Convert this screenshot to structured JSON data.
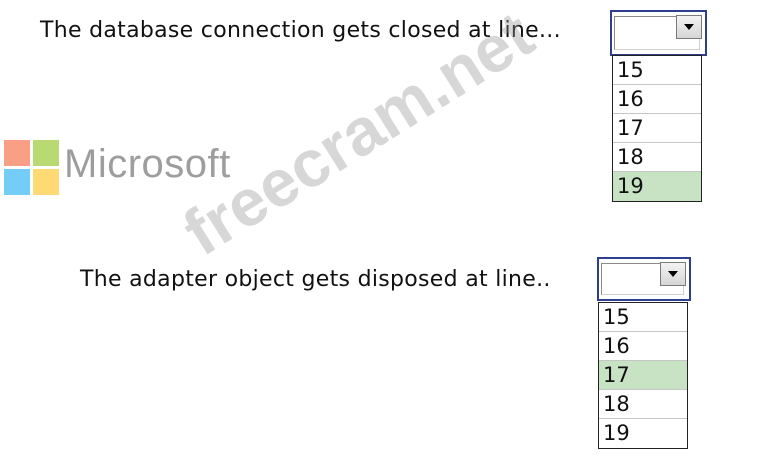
{
  "questions": [
    {
      "label": "The database connection gets closed at line...",
      "selected_value": "",
      "options": [
        "15",
        "16",
        "17",
        "18",
        "19"
      ],
      "highlighted_option": "19"
    },
    {
      "label": "The adapter object gets disposed at line..",
      "selected_value": "",
      "options": [
        "15",
        "16",
        "17",
        "18",
        "19"
      ],
      "highlighted_option": "17"
    }
  ],
  "logo": {
    "text": "Microsoft",
    "colors": [
      "#f25022",
      "#7fba00",
      "#00a4ef",
      "#ffb900"
    ]
  },
  "watermark": {
    "text": "freecram.net"
  },
  "colors": {
    "selected_option_bg": "#c7e3c3",
    "combo_border": "#2f3f8f"
  }
}
